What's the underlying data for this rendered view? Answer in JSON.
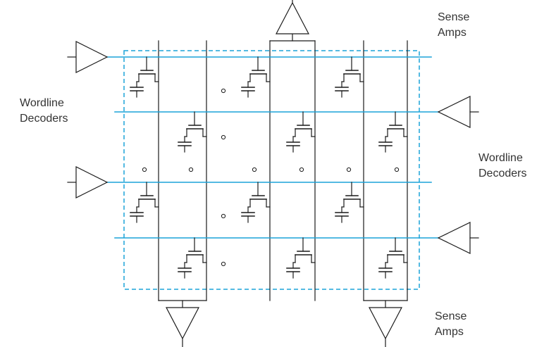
{
  "labels": {
    "wordline_left": [
      "Wordline",
      "Decoders"
    ],
    "wordline_right": [
      "Wordline",
      "Decoders"
    ],
    "sense_top": [
      "Sense",
      "Amps"
    ],
    "sense_bottom": [
      "Sense",
      "Amps"
    ]
  },
  "colors": {
    "wordline": "#1ba3d9",
    "array_boundary": "#1ba3d9",
    "circuit": "#1a1a1a",
    "text": "#333333"
  },
  "icons": {
    "wordline_driver": "triangle-buffer-icon",
    "sense_amplifier": "triangle-amplifier-icon",
    "memory_cell": "transistor-capacitor-cell-icon"
  }
}
